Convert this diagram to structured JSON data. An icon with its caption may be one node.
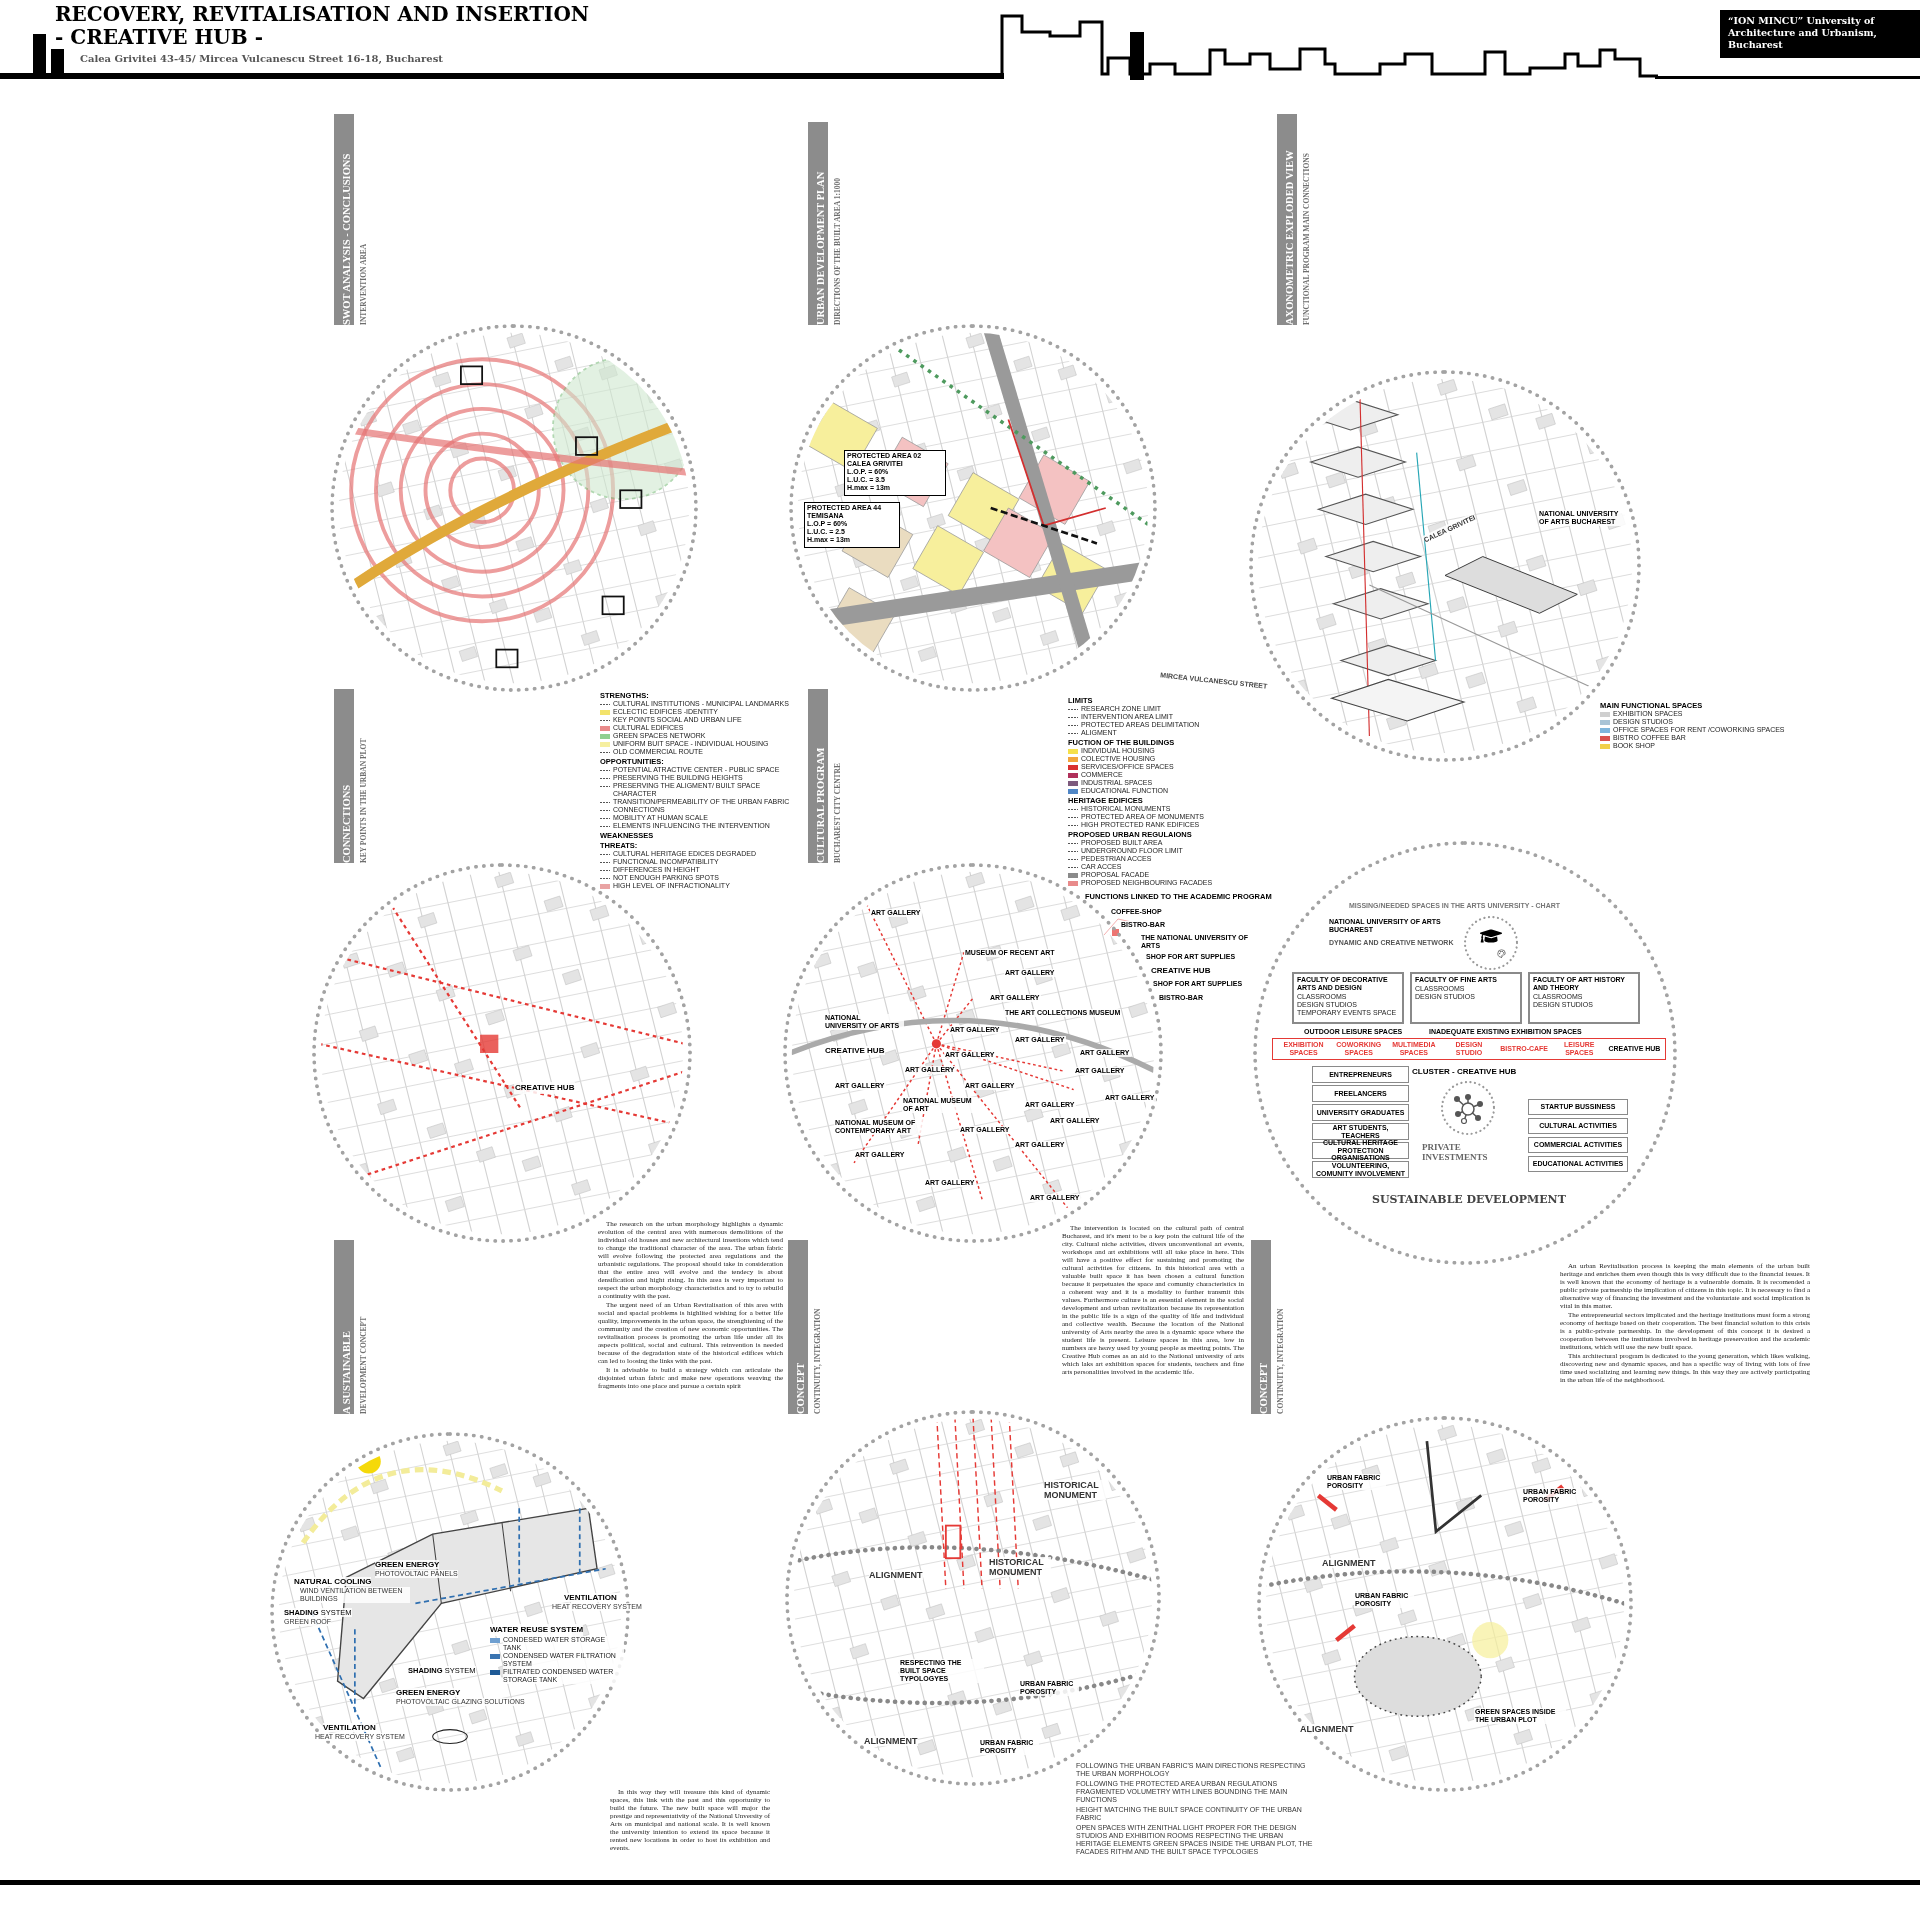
{
  "diagram": {
    "nodes": [
      {
        "text": [
          "SWOT ANALYSIS - CONCLUSIONS",
          "INTERVENTION AREA"
        ]
      },
      {
        "text": [
          "URBAN DEVELOPMENT PLAN",
          "DIRECTIONS OF THE BUILT AREA 1:1000"
        ]
      },
      {
        "text": [
          "AXONOMETRIC EXPLODED VIEW",
          "FUNCTIONAL PROGRAM MAIN CONNECTIONS"
        ]
      },
      {
        "text": [],
        "shape": "circle"
      },
      {
        "text": [],
        "shape": "circle"
      },
      {
        "text": [
          "PROTECTED AREA 02 CALEA GRIVITEI",
          "L.O.P. = 60%",
          "L.U.C. = 3.5",
          "H.max = 13m"
        ],
        "in": 4
      },
      {
        "text": [
          "PROTECTED AREA 44 TEMISANA",
          "L.O.P = 60%",
          "L.U.C. = 2.5",
          "H.max = 13m"
        ],
        "in": 4
      },
      {
        "text": [
          "CALEA GRIVITEI",
          "NATIONAL UNIVERSITY OF ARTS BUCHAREST"
        ]
      },
      {
        "text": [
          "CONNECTIONS",
          "KEY POINTS IN THE URBAN PLOT"
        ]
      },
      {
        "text": [
          "CULTURAL PROGRAM",
          "BUCHAREST CITY CENTRE"
        ]
      },
      {
        "text": [
          "CREATIVE HUB"
        ]
      },
      {
        "text": [
          "ART GALLERY",
          "MUSEUM OF RECENT ART",
          "ART GALLERY",
          "ART GALLERY",
          "THE ART COLLECTIONS MUSEUM",
          "NATIONAL UNIVERSITY OF ARTS",
          "ART GALLERY",
          "ART GALLERY",
          "ART GALLERY",
          "ART GALLERY",
          "CREATIVE HUB",
          "ART GALLERY",
          "ART GALLERY",
          "ART GALLERY",
          "ART GALLERY",
          "NATIONAL MUSEUM OF ART",
          "ART GALLERY",
          "ART GALLERY",
          "ART GALLERY",
          "NATIONAL MUSEUM OF CONTEMPORARY ART",
          "ART GALLERY",
          "ART GALLERY",
          "ART GALLERY",
          "ART GALLERY",
          "ART GALLERY"
        ]
      },
      {
        "text": [
          "MISSING/NEEDED SPACES IN THE ARTS UNIVERSITY - CHART",
          "OUTDOOR LEISURE SPACES",
          "INADEQUATE EXISTING EXHIBITION SPACES",
          "PRIVATE INVESTMENTS",
          "SUSTAINABLE DEVELOPMENT"
        ]
      },
      {
        "text": [
          "NATIONAL UNIVERSITY OF ARTS BUCHAREST",
          "DYNAMIC AND CREATIVE NETWORK"
        ],
        "in": 12
      },
      {
        "text": [
          "FACULTY OF DECORATIVE ARTS AND DESIGN",
          "CLASSROOMS",
          "DESIGN STUDIOS",
          "TEMPORARY EVENTS SPACE"
        ],
        "in": 12
      },
      {
        "text": [
          "FACULTY OF FINE ARTS",
          "CLASSROOMS",
          "DESIGN STUDIOS"
        ],
        "in": 12
      },
      {
        "text": [
          "FACULTY OF ART HISTORY AND THEORY",
          "CLASSROOMS",
          "DESIGN STUDIOS"
        ],
        "in": 12
      },
      {
        "text": [
          "EXHIBITION SPACES",
          "COWORKING SPACES",
          "MULTIMEDIA SPACES",
          "DESIGN STUDIO",
          "BISTRO-CAFE",
          "LEISURE SPACES",
          "CREATIVE HUB"
        ],
        "in": 12
      },
      {
        "text": [
          "CLUSTER - CREATIVE HUB"
        ],
        "in": 12
      },
      {
        "text": [
          "ENTREPRENEURS"
        ],
        "in": 12
      },
      {
        "text": [
          "FREELANCERS"
        ],
        "in": 12
      },
      {
        "text": [
          "UNIVERSITY GRADUATES"
        ],
        "in": 12
      },
      {
        "text": [
          "ART STUDENTS, TEACHERS"
        ],
        "in": 12
      },
      {
        "text": [
          "CULTURAL HERITAGE PROTECTION ORGANISATIONS"
        ],
        "in": 12
      },
      {
        "text": [
          "VOLUNTEERING, COMUNITY INVOLVEMENT"
        ],
        "in": 12
      },
      {
        "text": [
          "STARTUP BUSSINESS"
        ],
        "in": 12
      },
      {
        "text": [
          "CULTURAL ACTIVITIES"
        ],
        "in": 12
      },
      {
        "text": [
          "COMMERCIAL ACTIVITIES"
        ],
        "in": 12
      },
      {
        "text": [
          "EDUCATIONAL ACTIVITIES"
        ],
        "in": 12
      },
      {
        "text": [
          "A SUSTAINABLE",
          "DEVELOPMENT CONCEPT"
        ]
      },
      {
        "text": [
          "CONCEPT",
          "CONTINUITY, INTEGRATION"
        ]
      },
      {
        "text": [
          "CONCEPT",
          "CONTINUITY, INTEGRATION"
        ]
      },
      {
        "text": [
          "NATURAL COOLING",
          "WIND VENTILATION BETWEEN BUILDINGS",
          "GREEN ENERGY",
          "PHOTOVOLTAIC PANELS",
          "**SHADING** SYSTEM",
          "GREEN ROOF",
          "VENTILATION",
          "HEAT RECOVERY SYSTEM",
          "**SHADING** SYSTEM",
          "GREEN ENERGY",
          "PHOTOVOLTAIC GLAZING SOLUTIONS",
          "VENTILATION",
          "HEAT RECOVERY SYSTEM"
        ]
      },
      {
        "text": [
          "HISTORICAL MONUMENT",
          "HISTORICAL MONUMENT",
          "ALIGNMENT",
          "RESPECTING THE BUILT SPACE TYPOLOGYES",
          "URBAN FABRIC POROSITY",
          "ALIGNMENT",
          "URBAN FABRIC POROSITY"
        ]
      },
      {
        "text": [
          "URBAN FABRIC POROSITY",
          "URBAN FABRIC POROSITY",
          "ALIGNMENT",
          "URBAN FABRIC POROSITY",
          "GREEN SPACES INSIDE THE URBAN PLOT",
          "ALIGNMENT"
        ]
      }
    ],
    "labels": [
      "RECOVERY, REVITALISATION AND INSERTION",
      "- CREATIVE HUB -",
      "Calea Grivitei 43-45/ Mircea Vulcanescu Street 16-18, Bucharest",
      "“ION MINCU” University of Architecture and Urbanism, Bucharest",
      "STRENGTHS:",
      "OPPORTUNITIES:",
      "WEAKNESSES",
      "THREATS:",
      "LIMITS",
      "FUCTION OF THE BUILDINGS",
      "HERITAGE EDIFICES",
      "PROPOSED URBAN REGULAIONS",
      "MAIN FUNCTIONAL SPACES",
      "MIRCEA VULCANESCU STREET",
      "FUNCTIONS LINKED TO THE ACADEMIC PROGRAM",
      "COFFEE-SHOP",
      "BISTRO-BAR",
      "THE NATIONAL UNIVERSITY OF ARTS",
      "SHOP FOR ART SUPPLIES",
      "CREATIVE HUB",
      "SHOP FOR ART SUPPLIES",
      "BISTRO-BAR",
      "The research on the urban morphology highlights a dynamic evolution of the central area with numerous demolitions of the individual old houses and new architectural insertions which tend to change the traditional character of the area. The urban fabric will evolve following the protected area regulations and the urbanistic regulations. The proposal should take in consideration that the entire area will evolve and the tendecy is about densification and hight rising. In this area is very important to respect the urban morphology characteristics and to try to rebuild a continuity with the past.",
      "The urgent need of an Urban Revitalisation of this area with social and spacial problems is highlited wishing for a better life quality, improvements in the urban space, the strenghtening of the community and the creation of new economic opportunities. The revitalisation process is promoting the urban life under all its aspects political, social and cultural. This reinvention is needed because of the degradation state of the historical edifices which can led to loosing the links with the past.",
      "It is advisable to build a strategy which can articulate the disjointed urban fabric and make new operations weaving the fragments into one place and pursue a certain spirit",
      "The intervention is located on the cultural path of central Bucharest, and it's ment to be a key poin the cultural life of the city. Cultural niche activities, divers unconventional art events, workshops and art exhibitions will all take place in here. This will have a positive effect for sustaining and promoting the cultural activities for citizens. In this historical area with a valuable built space it has been chosen a cultural function because it perpetuates the space and comunity characteristics in a coherent way and it is a modality to further transmit this values. Furthermore culture is an essential element in the social development and urban revitalization because its representation in the public life is a sign of the quality of life and individual and collective wealth. Because the location of the National university of Arts nearby the area is a dynamic space where the student life is present. Leisure spaces in this area, low in numbers are heavy used by young people as meeting points. The Creative Hub comes as an aid to the National university of arts which laks art exhibition spaces for students, teachers and fine arts personalities involved in the academic life.",
      "An urban Revitalisation process is keeping the main elements of the urban built heritage and enriches them even though this is very difficult due to the financial issues. It is well known that the economy of heritage is a vulnerable domain. It is recomended a public private partnership the implication of citizens in this topic. It is necessary to find a alternative way of financing the investment and the voluntariate and social implication is vital in this matter.",
      "The entrepreneurial sectors implicated and the heritage institutions must form a strong economy of heritage based on their cooperation. The best financial solution to this crisis is a public-private partnership. In the development of this concept it is desired a cooperation between the institutions involved in heritage preservation and the academic institutions, which will use the new built space.",
      "This architectural program is dedicated to the young generation, which likes walking, discovering new and dynamic spaces, and has a specific way of living with lots of free time used socializing and learning new things. In this way they are actively participating in the urban life of the neighborhood.",
      "WATER REUSE SYSTEM",
      "In this way they will treasure this kind of dynamic spaces, this link with the past and this opportunity to build the future. The new built space will major the prestige and representativity of the National Unversity of Arts on municipal and national scale. It is well known the university intention to extend its space because it rented new locations in order to host its exhibition and events.",
      "FOLLOWING THE URBAN FABRIC'S MAIN DIRECTIONS RESPECTING THE URBAN MORPHOLOGY",
      "FOLLOWING THE PROTECTED AREA URBAN REGULATIONS FRAGMENTED VOLUMETRY WITH LINES BOUNDING THE MAIN FUNCTIONS",
      "HEIGHT MATCHING THE BUILT SPACE CONTINUITY OF THE URBAN FABRIC",
      "OPEN SPACES WITH ZENITHAL LIGHT PROPER FOR THE DESIGN STUDIOS AND EXHIBITION ROOMS RESPECTING THE URBAN HERITAGE ELEMENTS GREEN SPACES INSIDE THE URBAN PLOT, THE FACADES RITHM AND THE BUILT SPACE TYPOLOGIES"
    ],
    "legend": [
      {
        "text": "CULTURAL INSTITUTIONS - MUNICIPAL LANDMARKS"
      },
      {
        "text": "ECLECTIC EDIFICES -IDENTITY",
        "color": "#f3e36b"
      },
      {
        "text": "KEY POINTS SOCIAL AND URBAN LIFE"
      },
      {
        "text": "CULTURAL EDIFICES",
        "color": "#e98a8a"
      },
      {
        "text": "GREEN SPACES NETWORK",
        "color": "#8fcf8f"
      },
      {
        "text": "UNIFORM BUIT SPACE - INDIVIDUAL HOUSING",
        "color": "#f6ef9f"
      },
      {
        "text": "OLD COMMERCIAL ROUTE"
      },
      {
        "text": "POTENTIAL ATRACTIVE CENTER - PUBLIC SPACE"
      },
      {
        "text": "PRESERVING THE BUILDING HEIGHTS"
      },
      {
        "text": "PRESERVING THE ALIGMENT/ BUILT SPACE CHARACTER"
      },
      {
        "text": "TRANSITION/PERMEABILITY OF THE URBAN FABRIC"
      },
      {
        "text": "CONNECTIONS"
      },
      {
        "text": "MOBILITY AT HUMAN SCALE"
      },
      {
        "text": "ELEMENTS INFLUENCING THE INTERVENTION"
      },
      {
        "text": "CULTURAL HERITAGE EDICES DEGRADED"
      },
      {
        "text": "FUNCTIONAL INCOMPATIBILITY"
      },
      {
        "text": "DIFFERENCES IN HEIGHT"
      },
      {
        "text": "NOT ENOUGH PARKING SPOTS"
      },
      {
        "text": "HIGH LEVEL OF INFRACTIONALITY",
        "color": "#e9a3a3"
      },
      {
        "text": "RESEARCH ZONE LIMIT"
      },
      {
        "text": "INTERVENTION AREA LIMIT"
      },
      {
        "text": "PROTECTED AREAS DELIMITATION"
      },
      {
        "text": "ALIGMENT"
      },
      {
        "text": "INDIVIDUAL HOUSING",
        "color": "#f5e04a"
      },
      {
        "text": "COLECTIVE HOUSING",
        "color": "#f2a53c"
      },
      {
        "text": "SERVICES/OFFICE SPACES",
        "color": "#d93030"
      },
      {
        "text": "COMMERCE",
        "color": "#b0305a"
      },
      {
        "text": "INDUSTRIAL SPACES",
        "color": "#7d5a7d"
      },
      {
        "text": "EDUCATIONAL FUNCTION",
        "color": "#4f86c6"
      },
      {
        "text": "HISTORICAL MONUMENTS"
      },
      {
        "text": "PROTECTED AREA OF MONUMENTS"
      },
      {
        "text": "HIGH PROTECTED RANK EDIFICES"
      },
      {
        "text": "PROPOSED BUILT AREA"
      },
      {
        "text": "UNDERGROUND FLOOR LIMIT"
      },
      {
        "text": "PEDESTRIAN ACCES"
      },
      {
        "text": "CAR ACCES"
      },
      {
        "text": "PROPOSAL FACADE",
        "color": "#8a8a8a"
      },
      {
        "text": "PROPOSED NEIGHBOURING FACADES",
        "color": "#e88a8a"
      },
      {
        "text": "EXHIBITION SPACES",
        "color": "#cfcfcf"
      },
      {
        "text": "DESIGN STUDIOS",
        "color": "#a9c4d6"
      },
      {
        "text": "OFFICE SPACES FOR RENT /COWORKING SPACES",
        "color": "#7fb6dc"
      },
      {
        "text": "BISTRO COFFEE BAR",
        "color": "#d9534f"
      },
      {
        "text": "BOOK SHOP",
        "color": "#f1d04a"
      },
      {
        "text": "CONDESED WATER STORAGE TANK",
        "color": "#6f9fd0"
      },
      {
        "text": "CONDENSED WATER FILTRATION SYSTEM",
        "color": "#3a74b0"
      },
      {
        "text": "FILTRATED CONDENSED WATER STORAGE TANK",
        "color": "#1f5a96"
      }
    ]
  }
}
